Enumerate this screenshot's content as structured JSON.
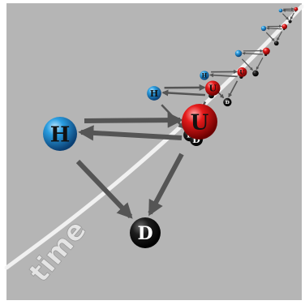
{
  "diagram": {
    "axis_label": "time",
    "node_letters": {
      "help": "H",
      "harm": "U",
      "neutral": "D"
    },
    "colors": {
      "background": "#b5b5b5",
      "help_node": "#1e8fd6",
      "harm_node": "#e11a1a",
      "neutral_node": "#1a1a1a",
      "arrow": "#555555",
      "time_curve": "#f4f4f4"
    },
    "triads": 6
  }
}
